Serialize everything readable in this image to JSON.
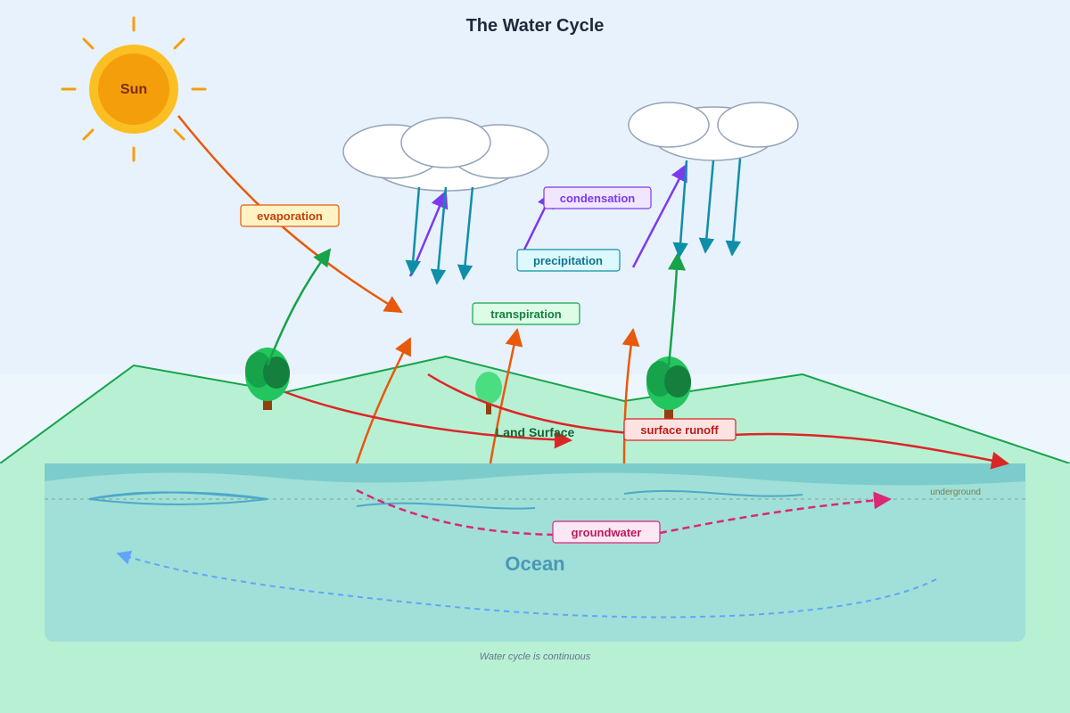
{
  "title": "The Water Cycle",
  "sun": {
    "label": "Sun"
  },
  "land": {
    "label": "Land Surface"
  },
  "ocean": {
    "label": "Ocean"
  },
  "underground": {
    "label": "underground"
  },
  "footer": {
    "note": "Water cycle is continuous"
  },
  "processes": {
    "evaporation": {
      "label": "evaporation",
      "color": "#e8590c"
    },
    "condensation": {
      "label": "condensation",
      "color": "#7c3aed"
    },
    "precipitation": {
      "label": "precipitation",
      "color": "#0e8fa8"
    },
    "transpiration": {
      "label": "transpiration",
      "color": "#16a34a"
    },
    "surface_runoff": {
      "label": "surface runoff",
      "color": "#dc2626"
    },
    "groundwater": {
      "label": "groundwater",
      "color": "#db2777"
    }
  },
  "colors": {
    "sky": "#e8f2fc",
    "land": "#b8f0d4",
    "ocean": "#a0e0d8",
    "sun": "#f59e0b",
    "tree": "#16a34a"
  }
}
